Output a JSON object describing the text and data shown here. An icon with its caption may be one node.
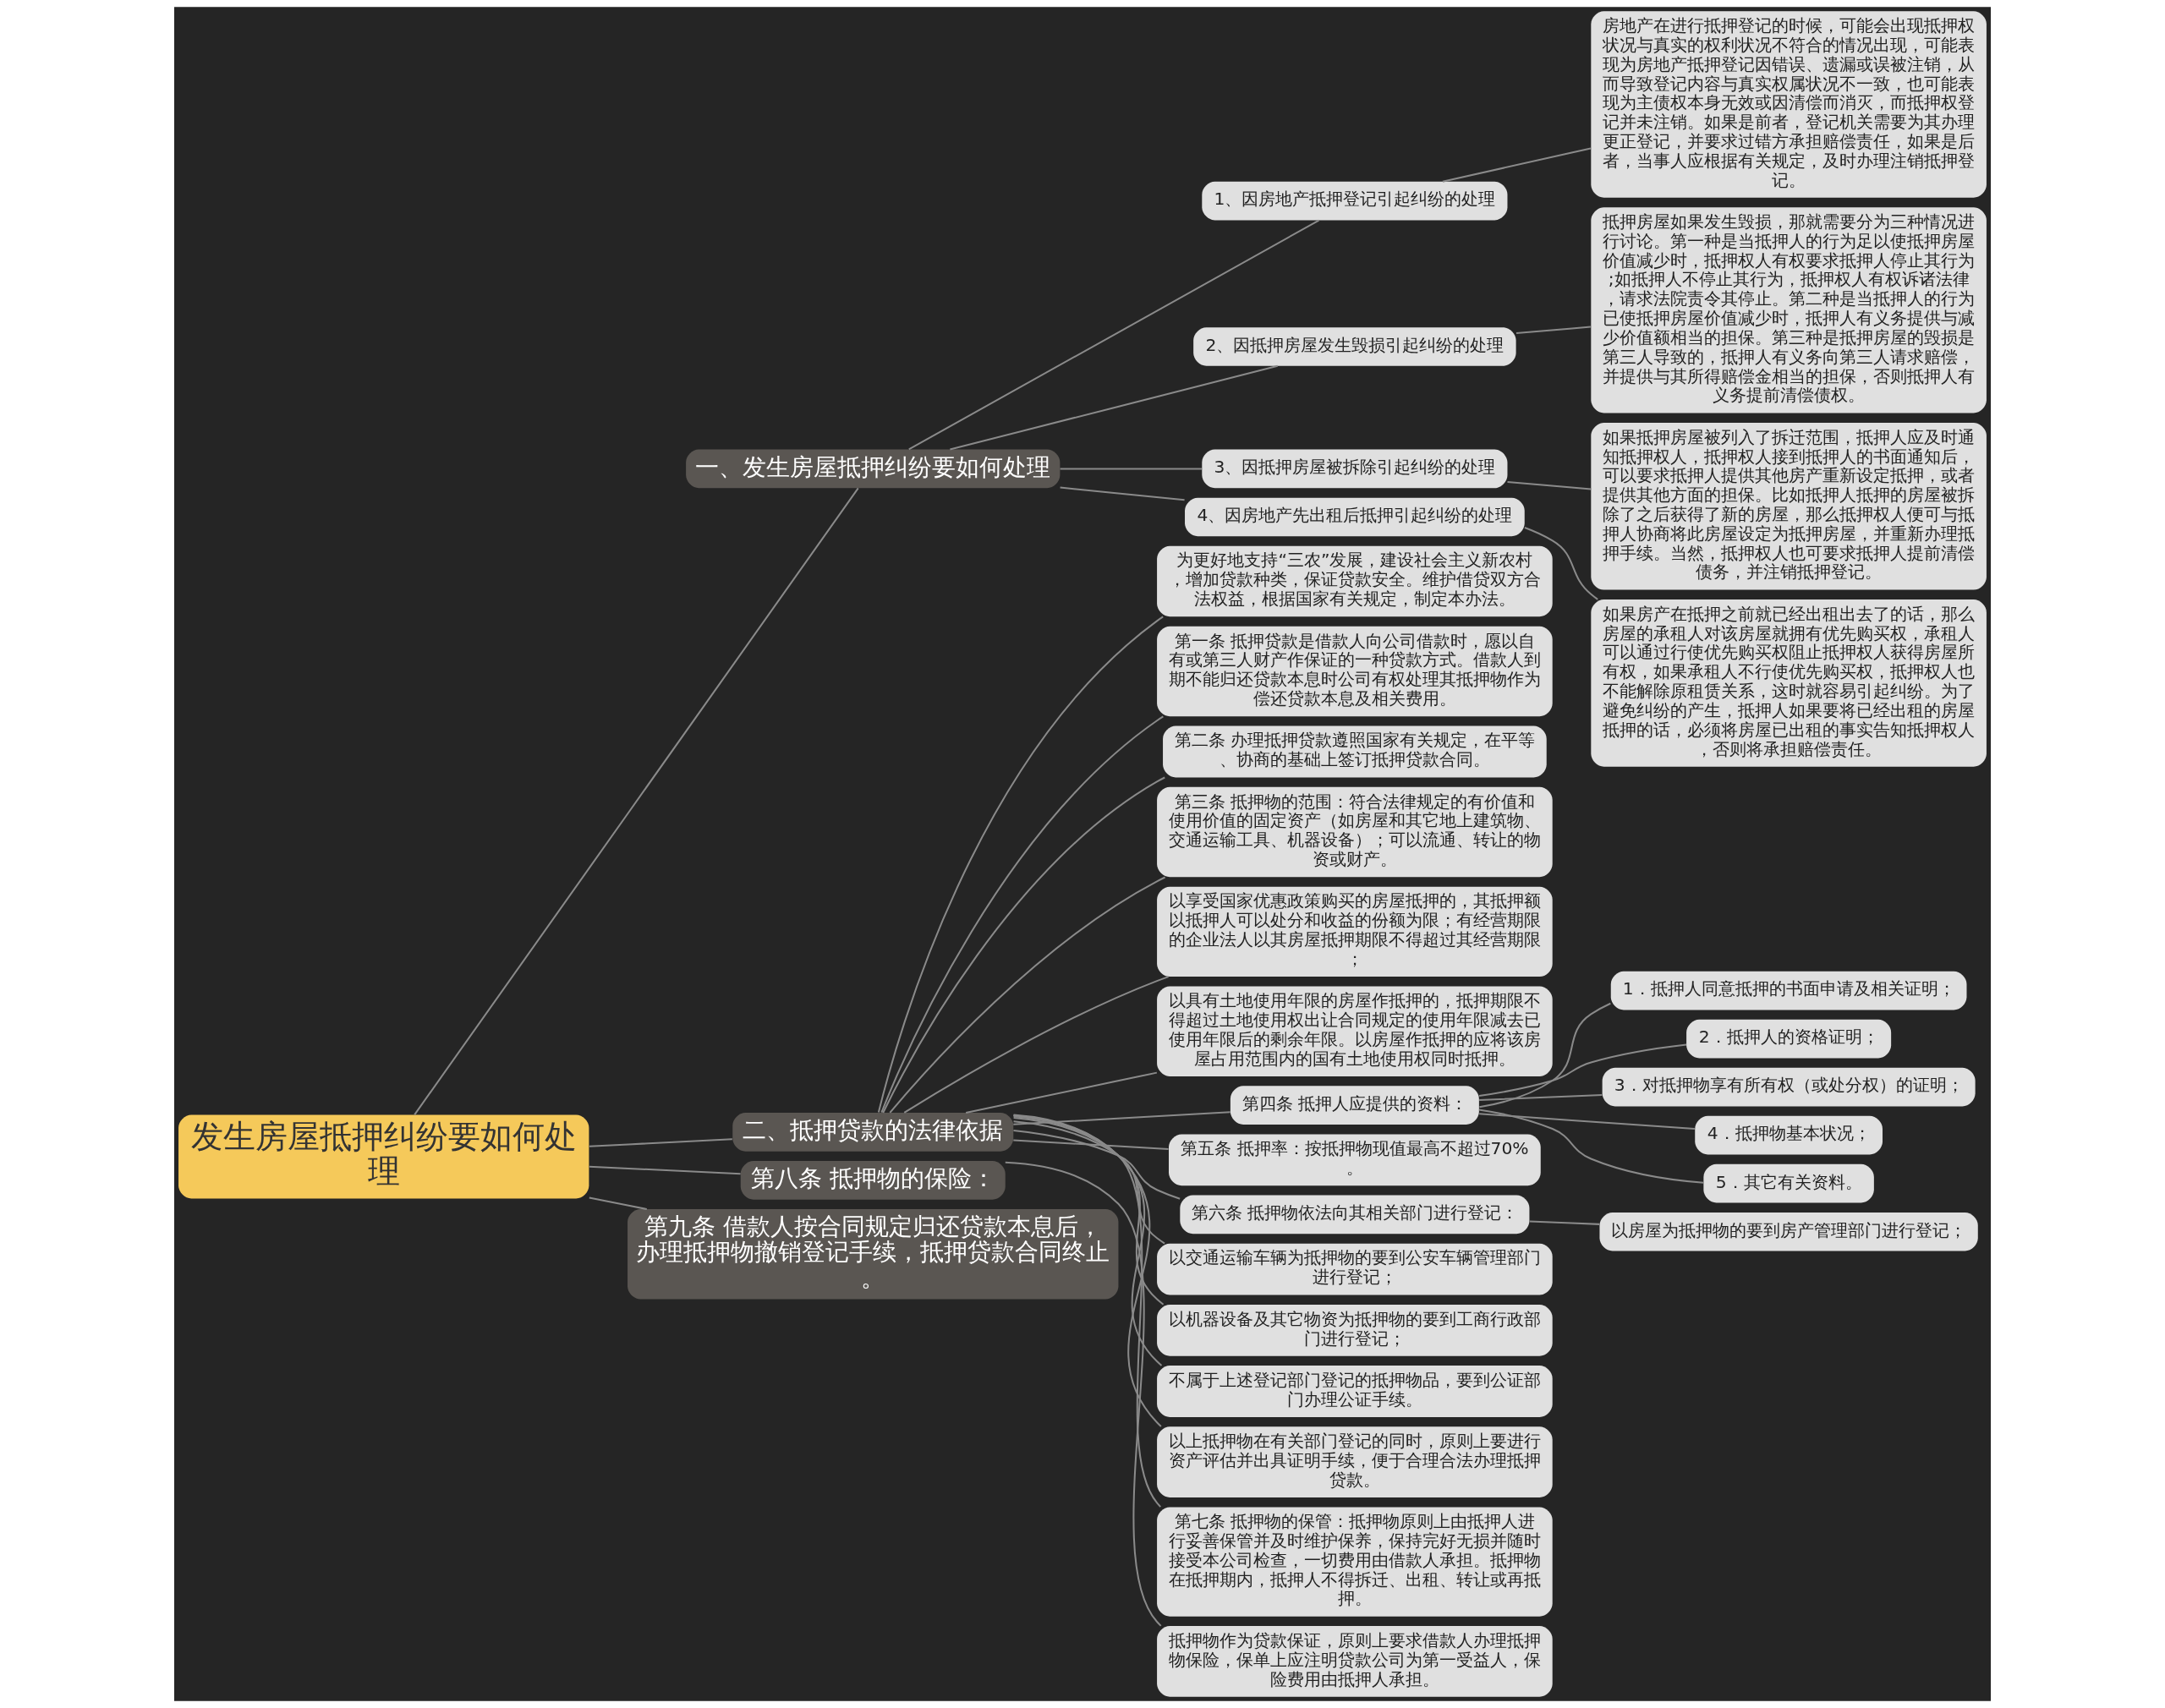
{
  "diagram": {
    "nodes": [
      {
        "text": [
          "发生房屋抵押纠纷要如何处理"
        ]
      },
      {
        "text": [
          "一、发生房屋抵押纠纷要如何处理"
        ]
      },
      {
        "text": [
          "1、因房地产抵押登记引起纠纷的处理"
        ]
      },
      {
        "text": [
          "房地产在进行抵押登记的时候，可能会出现抵押权状况与真实的权利状况不符合的情况出现，可能表现为房地产抵押登记因错误、遗漏或误被注销，从而导致登记内容与真实权属状况不一致，也可能表现为主债权本身无效或因清偿而消灭，而抵押权登记并未注销。如果是前者，登记机关需要为其办理更正登记，并要求过错方承担赔偿责任，如果是后者，当事人应根据有关规定，及时办理注销抵押登记。"
        ]
      },
      {
        "text": [
          "2、因抵押房屋发生毁损引起纠纷的处理"
        ]
      },
      {
        "text": [
          "抵押房屋如果发生毁损，那就需要分为三种情况进行讨论。第一种是当抵押人的行为足以使抵押房屋价值减少时，抵押权人有权要求抵押人停止其行为;如抵押人不停止其行为，抵押权人有权诉诸法律，请求法院责令其停止。第二种是当抵押人的行为已使抵押房屋价值减少时，抵押人有义务提供与减少价值额相当的担保。第三种是抵押房屋的毁损是第三人导致的，抵押人有义务向第三人请求赔偿，并提供与其所得赔偿金相当的担保，否则抵押人有义务提前清偿债权。"
        ]
      },
      {
        "text": [
          "3、因抵押房屋被拆除引起纠纷的处理"
        ]
      },
      {
        "text": [
          "如果抵押房屋被列入了拆迁范围，抵押人应及时通知抵押权人，抵押权人接到抵押人的书面通知后，可以要求抵押人提供其他房产重新设定抵押，或者提供其他方面的担保。比如抵押人抵押的房屋被拆除了之后获得了新的房屋，那么抵押权人便可与抵押人协商将此房屋设定为抵押房屋，并重新办理抵押手续。当然，抵押权人也可要求抵押人提前清偿债务，并注销抵押登记。"
        ]
      },
      {
        "text": [
          "4、因房地产先出租后抵押引起纠纷的处理"
        ]
      },
      {
        "text": [
          "如果房产在抵押之前就已经出租出去了的话，那么房屋的承租人对该房屋就拥有优先购买权，承租人可以通过行使优先购买权阻止抵押权人获得房屋所有权，如果承租人不行使优先购买权，抵押权人也不能解除原租赁关系，这时就容易引起纠纷。为了避免纠纷的产生，抵押人如果要将已经出租的房屋抵押的话，必须将房屋已出租的事实告知抵押权人，否则将承担赔偿责任。"
        ]
      },
      {
        "text": [
          "二、抵押贷款的法律依据"
        ]
      },
      {
        "text": [
          "为更好地支持“三农”发展，建设社会主义新农村，增加贷款种类，保证贷款安全。维护借贷双方合法权益，根据国家有关规定，制定本办法。"
        ]
      },
      {
        "text": [
          "第一条 抵押贷款是借款人向公司借款时，愿以自有或第三人财产作保证的一种贷款方式。借款人到期不能归还贷款本息时公司有权处理其抵押物作为偿还贷款本息及相关费用。"
        ]
      },
      {
        "text": [
          "第二条 办理抵押贷款遵照国家有关规定，在平等、协商的基础上签订抵押贷款合同。"
        ]
      },
      {
        "text": [
          "第三条 抵押物的范围：符合法律规定的有价值和使用价值的固定资产（如房屋和其它地上建筑物、交通运输工具、机器设备）；可以流通、转让的物资或财产。"
        ]
      },
      {
        "text": [
          "以享受国家优惠政策购买的房屋抵押的，其抵押额以抵押人可以处分和收益的份额为限；有经营期限的企业法人以其房屋抵押期限不得超过其经营期限；"
        ]
      },
      {
        "text": [
          "以具有土地使用年限的房屋作抵押的，抵押期限不得超过土地使用权出让合同规定的使用年限减去已使用年限后的剩余年限。以房屋作抵押的应将该房屋占用范围内的国有土地使用权同时抵押。"
        ]
      },
      {
        "text": [
          "第四条 抵押人应提供的资料："
        ]
      },
      {
        "text": [
          "1．抵押人同意抵押的书面申请及相关证明；"
        ]
      },
      {
        "text": [
          "2．抵押人的资格证明；"
        ]
      },
      {
        "text": [
          "3．对抵押物享有所有权（或处分权）的证明；"
        ]
      },
      {
        "text": [
          "4．抵押物基本状况；"
        ]
      },
      {
        "text": [
          "5．其它有关资料。"
        ]
      },
      {
        "text": [
          "第五条 抵押率：按抵押物现值最高不超过70%。"
        ]
      },
      {
        "text": [
          "第六条 抵押物依法向其相关部门进行登记："
        ]
      },
      {
        "text": [
          "以房屋为抵押物的要到房产管理部门进行登记；"
        ]
      },
      {
        "text": [
          "以交通运输车辆为抵押物的要到公安车辆管理部门进行登记；"
        ]
      },
      {
        "text": [
          "以机器设备及其它物资为抵押物的要到工商行政部门进行登记；"
        ]
      },
      {
        "text": [
          "不属于上述登记部门登记的抵押物品，要到公证部门办理公证手续。"
        ]
      },
      {
        "text": [
          "以上抵押物在有关部门登记的同时，原则上要进行资产评估并出具证明手续，便于合理合法办理抵押贷款。"
        ]
      },
      {
        "text": [
          "第七条 抵押物的保管：抵押物原则上由抵押人进行妥善保管并及时维护保养，保持完好无损并随时接受本公司检查，一切费用由借款人承担。抵押物在抵押期内，抵押人不得拆迁、出租、转让或再抵押。"
        ]
      },
      {
        "text": [
          "第八条 抵押物的保险："
        ]
      },
      {
        "text": [
          "抵押物作为贷款保证，原则上要求借款人办理抵押物保险，保单上应注明贷款公司为第一受益人，保险费用由抵押人承担。"
        ]
      },
      {
        "text": [
          "第九条 借款人按合同规定归还贷款本息后，办理抵押物撤销登记手续，抵押贷款合同终止。"
        ]
      }
    ],
    "edges": [
      {
        "from": 0,
        "to": 1,
        "arrow": "none"
      },
      {
        "from": 1,
        "to": 2,
        "arrow": "none"
      },
      {
        "from": 2,
        "to": 3,
        "arrow": "none"
      },
      {
        "from": 1,
        "to": 4,
        "arrow": "none"
      },
      {
        "from": 4,
        "to": 5,
        "arrow": "none"
      },
      {
        "from": 1,
        "to": 6,
        "arrow": "none"
      },
      {
        "from": 6,
        "to": 7,
        "arrow": "none"
      },
      {
        "from": 1,
        "to": 8,
        "arrow": "none"
      },
      {
        "from": 8,
        "to": 9,
        "arrow": "none"
      },
      {
        "from": 0,
        "to": 10,
        "arrow": "none"
      },
      {
        "from": 10,
        "to": 11,
        "arrow": "none"
      },
      {
        "from": 10,
        "to": 12,
        "arrow": "none"
      },
      {
        "from": 10,
        "to": 13,
        "arrow": "none"
      },
      {
        "from": 10,
        "to": 14,
        "arrow": "none"
      },
      {
        "from": 10,
        "to": 15,
        "arrow": "none"
      },
      {
        "from": 10,
        "to": 16,
        "arrow": "none"
      },
      {
        "from": 10,
        "to": 17,
        "arrow": "none"
      },
      {
        "from": 17,
        "to": 18,
        "arrow": "none"
      },
      {
        "from": 17,
        "to": 19,
        "arrow": "none"
      },
      {
        "from": 17,
        "to": 20,
        "arrow": "none"
      },
      {
        "from": 17,
        "to": 21,
        "arrow": "none"
      },
      {
        "from": 17,
        "to": 22,
        "arrow": "none"
      },
      {
        "from": 10,
        "to": 23,
        "arrow": "none"
      },
      {
        "from": 10,
        "to": 24,
        "arrow": "none"
      },
      {
        "from": 24,
        "to": 25,
        "arrow": "none"
      },
      {
        "from": 10,
        "to": 26,
        "arrow": "none"
      },
      {
        "from": 10,
        "to": 27,
        "arrow": "none"
      },
      {
        "from": 10,
        "to": 28,
        "arrow": "none"
      },
      {
        "from": 10,
        "to": 29,
        "arrow": "none"
      },
      {
        "from": 10,
        "to": 30,
        "arrow": "none"
      },
      {
        "from": 0,
        "to": 31,
        "arrow": "none"
      },
      {
        "from": 31,
        "to": 32,
        "arrow": "none"
      },
      {
        "from": 0,
        "to": 33,
        "arrow": "none"
      }
    ]
  }
}
